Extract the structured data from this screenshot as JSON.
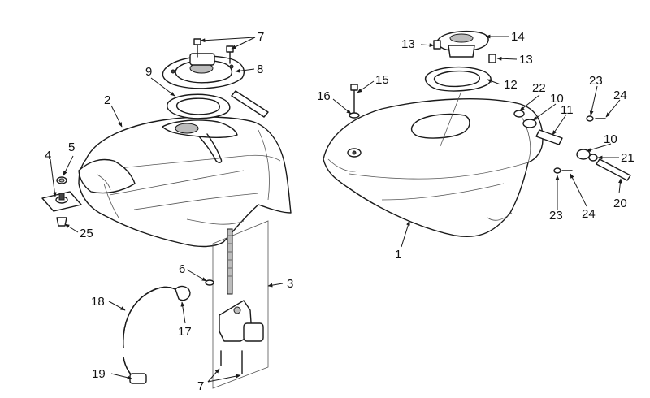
{
  "callouts": [
    {
      "id": "c7a",
      "text": "7"
    },
    {
      "id": "c8",
      "text": "8"
    },
    {
      "id": "c9",
      "text": "9"
    },
    {
      "id": "c2",
      "text": "2"
    },
    {
      "id": "c5",
      "text": "5"
    },
    {
      "id": "c4",
      "text": "4"
    },
    {
      "id": "c25",
      "text": "25"
    },
    {
      "id": "c6",
      "text": "6"
    },
    {
      "id": "c3",
      "text": "3"
    },
    {
      "id": "c18",
      "text": "18"
    },
    {
      "id": "c17",
      "text": "17"
    },
    {
      "id": "c19",
      "text": "19"
    },
    {
      "id": "c7b",
      "text": "7"
    },
    {
      "id": "c13a",
      "text": "13"
    },
    {
      "id": "c14",
      "text": "14"
    },
    {
      "id": "c13b",
      "text": "13"
    },
    {
      "id": "c12",
      "text": "12"
    },
    {
      "id": "c16",
      "text": "16"
    },
    {
      "id": "c15",
      "text": "15"
    },
    {
      "id": "c22",
      "text": "22"
    },
    {
      "id": "c10a",
      "text": "10"
    },
    {
      "id": "c11",
      "text": "11"
    },
    {
      "id": "c23a",
      "text": "23"
    },
    {
      "id": "c24a",
      "text": "24"
    },
    {
      "id": "c10b",
      "text": "10"
    },
    {
      "id": "c21",
      "text": "21"
    },
    {
      "id": "c20",
      "text": "20"
    },
    {
      "id": "c24b",
      "text": "24"
    },
    {
      "id": "c23b",
      "text": "23"
    },
    {
      "id": "c1",
      "text": "1"
    }
  ]
}
